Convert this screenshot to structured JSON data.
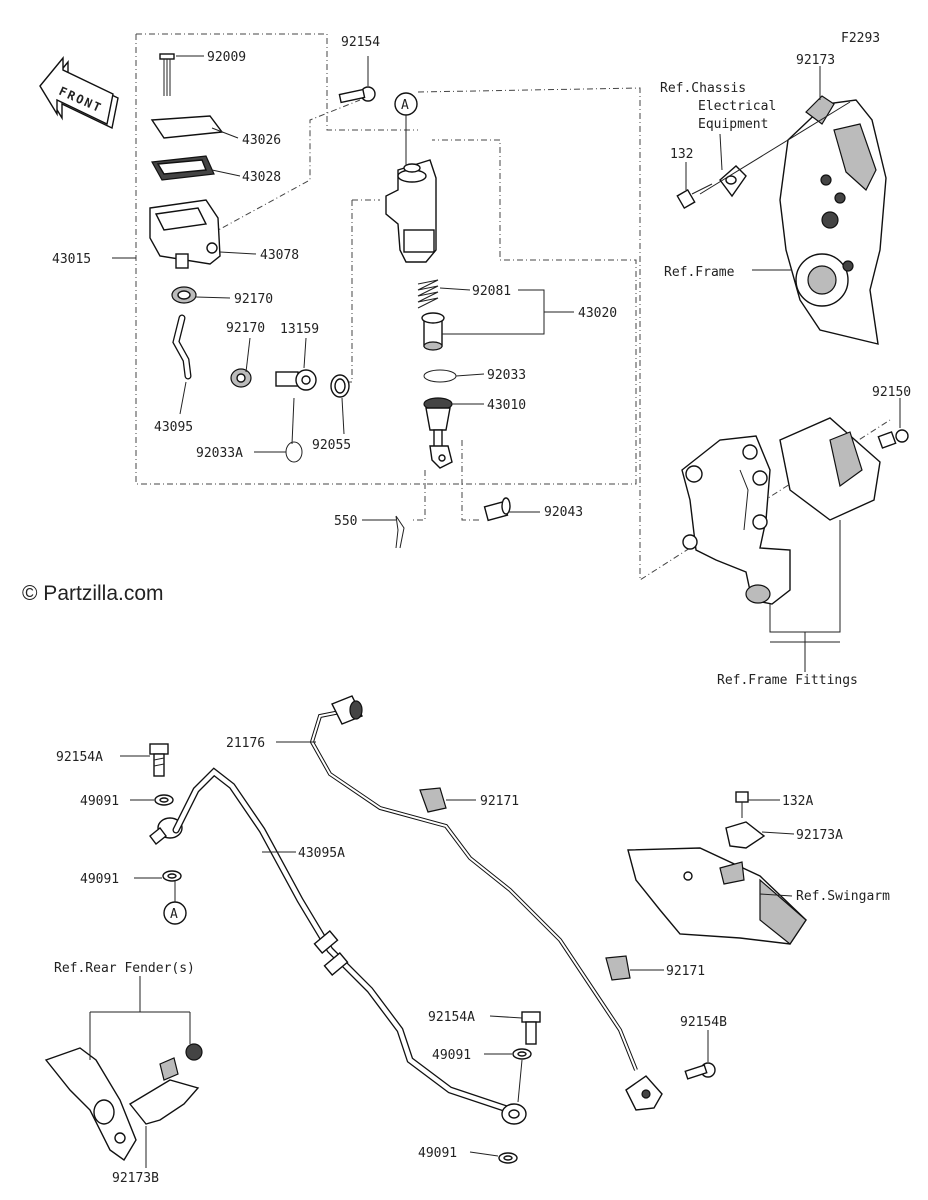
{
  "diagram": {
    "figure_code": "F2293",
    "front_label": "FRONT",
    "watermark": "© Partzilla.com",
    "callout_a": "A",
    "parts": {
      "p92009": "92009",
      "p92154": "92154",
      "p43026": "43026",
      "p43028": "43028",
      "p43078": "43078",
      "p43015": "43015",
      "p92170a": "92170",
      "p92170b": "92170",
      "p13159": "13159",
      "p43095": "43095",
      "p92033A": "92033A",
      "p92055": "92055",
      "p92081": "92081",
      "p43020": "43020",
      "p92033": "92033",
      "p43010": "43010",
      "p550": "550",
      "p92043": "92043",
      "p92173": "92173",
      "p132": "132",
      "p92150": "92150",
      "p92154A_1": "92154A",
      "p49091_1": "49091",
      "p49091_2": "49091",
      "p21176": "21176",
      "p43095A": "43095A",
      "p92171a": "92171",
      "p92171b": "92171",
      "p132A": "132A",
      "p92173A": "92173A",
      "p92154A_2": "92154A",
      "p49091_3": "49091",
      "p49091_4": "49091",
      "p92154B": "92154B",
      "p92173B": "92173B"
    },
    "refs": {
      "chassis_line1": "Ref.Chassis",
      "chassis_line2": "Electrical",
      "chassis_line3": "Equipment",
      "frame": "Ref.Frame",
      "frame_fittings": "Ref.Frame Fittings",
      "swingarm": "Ref.Swingarm",
      "rear_fender": "Ref.Rear Fender(s)"
    }
  }
}
